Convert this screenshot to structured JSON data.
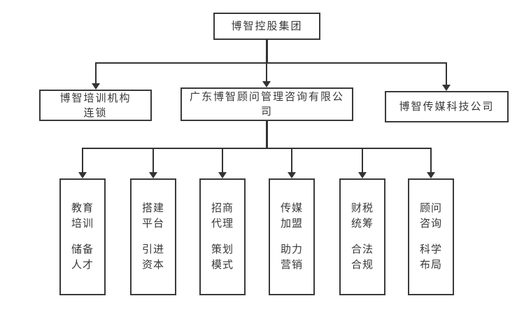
{
  "colors": {
    "background": "#ffffff",
    "line": "#333333",
    "box_border": "#3a3a3a",
    "text": "#383838"
  },
  "org": {
    "root": {
      "label": "博智控股集团"
    },
    "level2": [
      {
        "label": "博智培训机构连锁",
        "lines": [
          "博智培训机构",
          "连锁"
        ]
      },
      {
        "label": "广东博智顾问管理咨询有限公司",
        "lines": [
          "广东博智顾问管理咨询有限公",
          "司"
        ]
      },
      {
        "label": "博智传媒科技公司",
        "lines": [
          "博智传媒科技公司"
        ]
      }
    ],
    "level3": [
      {
        "label": "教育培训 储备人才",
        "top": [
          "教育",
          "培训"
        ],
        "bottom": [
          "储备",
          "人才"
        ]
      },
      {
        "label": "搭建平台 引进资本",
        "top": [
          "搭建",
          "平台"
        ],
        "bottom": [
          "引进",
          "资本"
        ]
      },
      {
        "label": "招商代理 策划模式",
        "top": [
          "招商",
          "代理"
        ],
        "bottom": [
          "策划",
          "模式"
        ]
      },
      {
        "label": "传媒加盟 助力营销",
        "top": [
          "传媒",
          "加盟"
        ],
        "bottom": [
          "助力",
          "营销"
        ]
      },
      {
        "label": "财税统筹 合法合规",
        "top": [
          "财税",
          "统筹"
        ],
        "bottom": [
          "合法",
          "合规"
        ]
      },
      {
        "label": "顾问咨询 科学布局",
        "top": [
          "顾问",
          "咨询"
        ],
        "bottom": [
          "科学",
          "布局"
        ]
      }
    ]
  }
}
